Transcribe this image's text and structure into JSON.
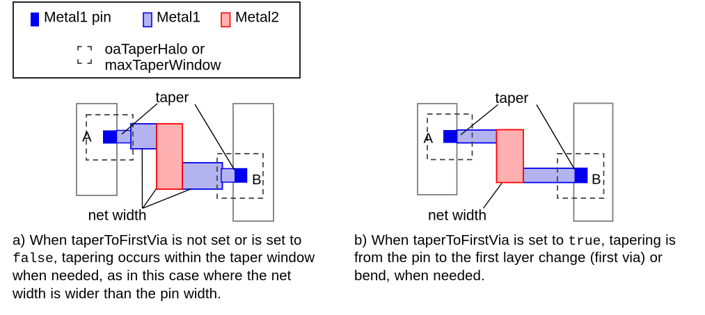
{
  "palette": {
    "metal1_pin_fill": "#0000ee",
    "metal1_fill": "#b3b3f0",
    "metal1_stroke": "#0000f0",
    "metal2_fill": "#ffb1b1",
    "metal2_stroke": "#ff0000"
  },
  "legend": {
    "items": [
      {
        "label": "Metal1 pin"
      },
      {
        "label": "Metal1"
      },
      {
        "label": "Metal2"
      }
    ],
    "taper_window_label_line1": "oaTaperHalo or",
    "taper_window_label_line2": "maxTaperWindow"
  },
  "diagram_a": {
    "pin_a_label": "A",
    "pin_b_label": "B",
    "taper_label": "taper",
    "net_width_label": "net width"
  },
  "diagram_b": {
    "pin_a_label": "A",
    "pin_b_label": "B",
    "taper_label": "taper",
    "net_width_label": "net width"
  },
  "captions": {
    "a": {
      "runs": [
        {
          "text": "a) When taperToFirstVia is not set or is set to\n",
          "mono": false
        },
        {
          "text": "false",
          "mono": true
        },
        {
          "text": ", tapering occurs within the taper window\nwhen needed, as in this case where the net\nwidth is wider than the pin width.",
          "mono": false
        }
      ]
    },
    "b": {
      "runs": [
        {
          "text": "b) When taperToFirstVia is set to ",
          "mono": false
        },
        {
          "text": "true",
          "mono": true
        },
        {
          "text": ", tapering is\nfrom the pin to the first layer change (first via) or\nbend, when needed.",
          "mono": false
        }
      ]
    }
  }
}
